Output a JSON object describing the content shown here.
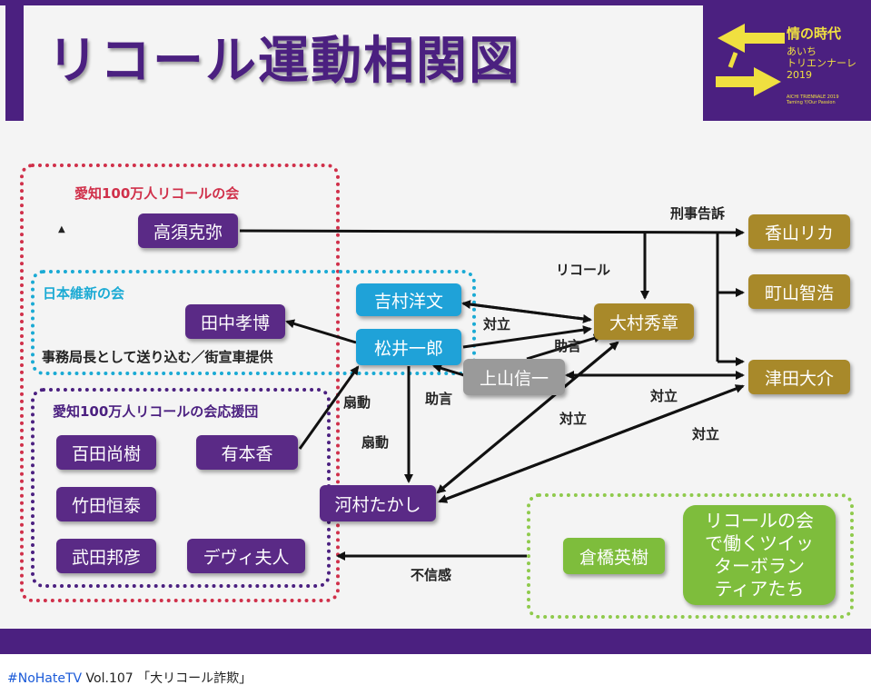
{
  "slide": {
    "title": "リコール運動相関図",
    "logo": {
      "line1": "情の時代",
      "line2": "あいち\nトリエンナーレ\n2019",
      "line3": "",
      "line4": "AICHI TRIENNALE 2019\nTaming Y/Our Passion"
    },
    "groups": {
      "recall_society": "愛知100万人リコールの会",
      "ishin": "日本維新の会",
      "support_group": "愛知100万人リコールの会応援団"
    },
    "nodes": {
      "takasu": "高須克弥",
      "tanaka": "田中孝博",
      "yoshimura": "吉村洋文",
      "matsui": "松井一郎",
      "hyakuta": "百田尚樹",
      "arimoto": "有本香",
      "takeda_tsuneyasu": "竹田恒泰",
      "takeda_kunihiko": "武田邦彦",
      "dewi": "デヴィ夫人",
      "kawamura": "河村たかし",
      "omura": "大村秀章",
      "kamiyama": "上山信一",
      "kayama": "香山リカ",
      "machiyama": "町山智浩",
      "tsuda": "津田大介",
      "kurahashi": "倉橋英樹",
      "volunteers": "リコールの会\nで働くツイッ\nターボラン\nティアたち"
    },
    "edge_labels": {
      "tanaka_note": "事務局長として送り込む／街宣車提供",
      "criminal_complaint": "刑事告訴",
      "recall": "リコール",
      "conflict1": "対立",
      "advice1": "助言",
      "advice2": "助言",
      "incite1": "扇動",
      "incite2": "扇動",
      "conflict2": "対立",
      "conflict3": "対立",
      "conflict4": "対立",
      "distrust": "不信感"
    }
  },
  "caption": {
    "hashtag": "#NoHateTV",
    "text": " Vol.107 「大リコール詐欺」"
  },
  "colors": {
    "purple": "#5a2a86",
    "blue": "#1fa2d8",
    "gold": "#a8892a",
    "grey": "#9a9a9a",
    "green": "#7ebd3c",
    "red_dotted": "#d0304a",
    "logo_yellow": "#f0e040"
  }
}
